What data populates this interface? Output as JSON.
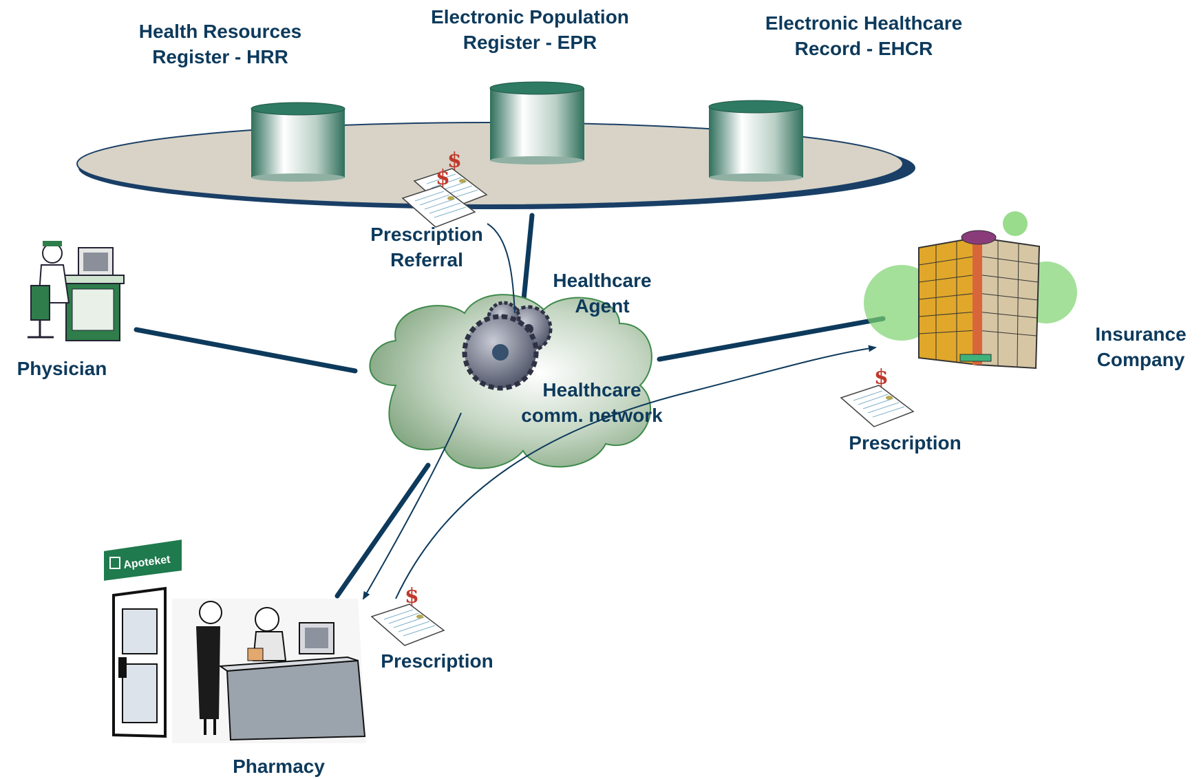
{
  "databases": {
    "hrr": {
      "line1": "Health Resources",
      "line2": "Register - HRR"
    },
    "epr": {
      "line1": "Electronic Population",
      "line2": "Register - EPR"
    },
    "ehcr": {
      "line1": "Electronic Healthcare",
      "line2": "Record - EHCR"
    }
  },
  "nodes": {
    "physician": "Physician",
    "insurance": {
      "line1": "Insurance",
      "line2": "Company"
    },
    "pharmacy": "Pharmacy",
    "pharmacy_sign": "Apoteket"
  },
  "hub": {
    "agent": {
      "line1": "Healthcare",
      "line2": "Agent"
    },
    "network": {
      "line1": "Healthcare",
      "line2": "comm. network"
    }
  },
  "documents": {
    "top": {
      "line1": "Prescription",
      "line2": "Referral"
    },
    "insurance": "Prescription",
    "pharmacy": "Prescription"
  },
  "colors": {
    "text": "#0d3a5c",
    "link": "#0d3a5c",
    "platform": "#d8d3c6",
    "cylinder": "#2e7a62",
    "cloud": "#9cb89a"
  }
}
